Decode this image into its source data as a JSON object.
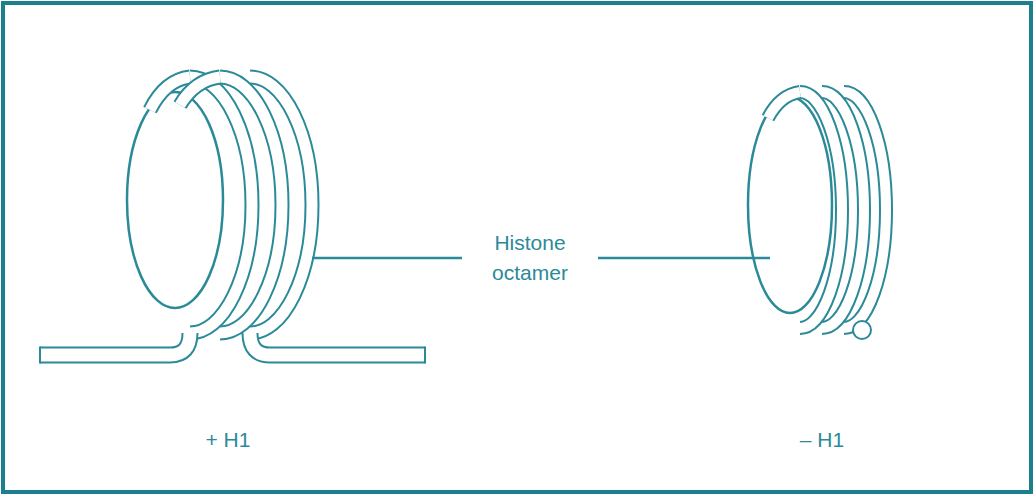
{
  "diagram": {
    "labels": [
      "Histone octamer",
      "+ H1",
      "– H1"
    ]
  }
}
